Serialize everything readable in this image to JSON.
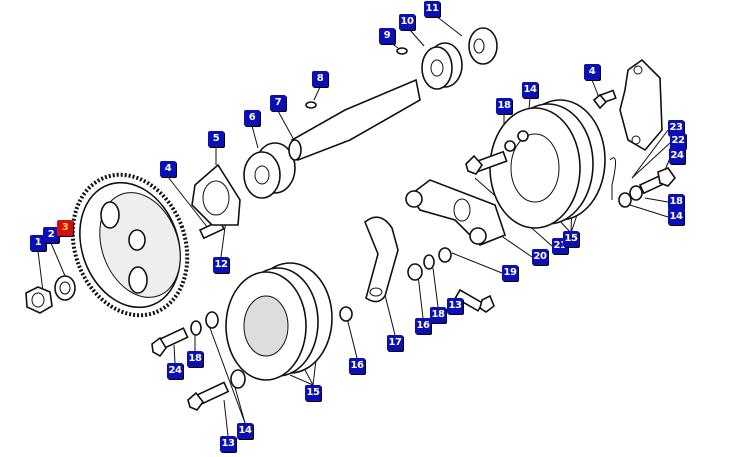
{
  "diagram": {
    "selected_callout": "3",
    "callouts": [
      "1",
      "2",
      "3",
      "4",
      "5",
      "6",
      "7",
      "8",
      "9",
      "10",
      "11",
      "12",
      "13",
      "14",
      "24",
      "18",
      "16",
      "15",
      "17",
      "16",
      "18",
      "13",
      "19",
      "20",
      "21",
      "15",
      "18",
      "14",
      "4",
      "23",
      "22",
      "24",
      "18",
      "14"
    ],
    "colors": {
      "callout_bg": "#0a10b4",
      "callout_selected_bg": "#d21010",
      "callout_text": "#ffffff"
    }
  }
}
